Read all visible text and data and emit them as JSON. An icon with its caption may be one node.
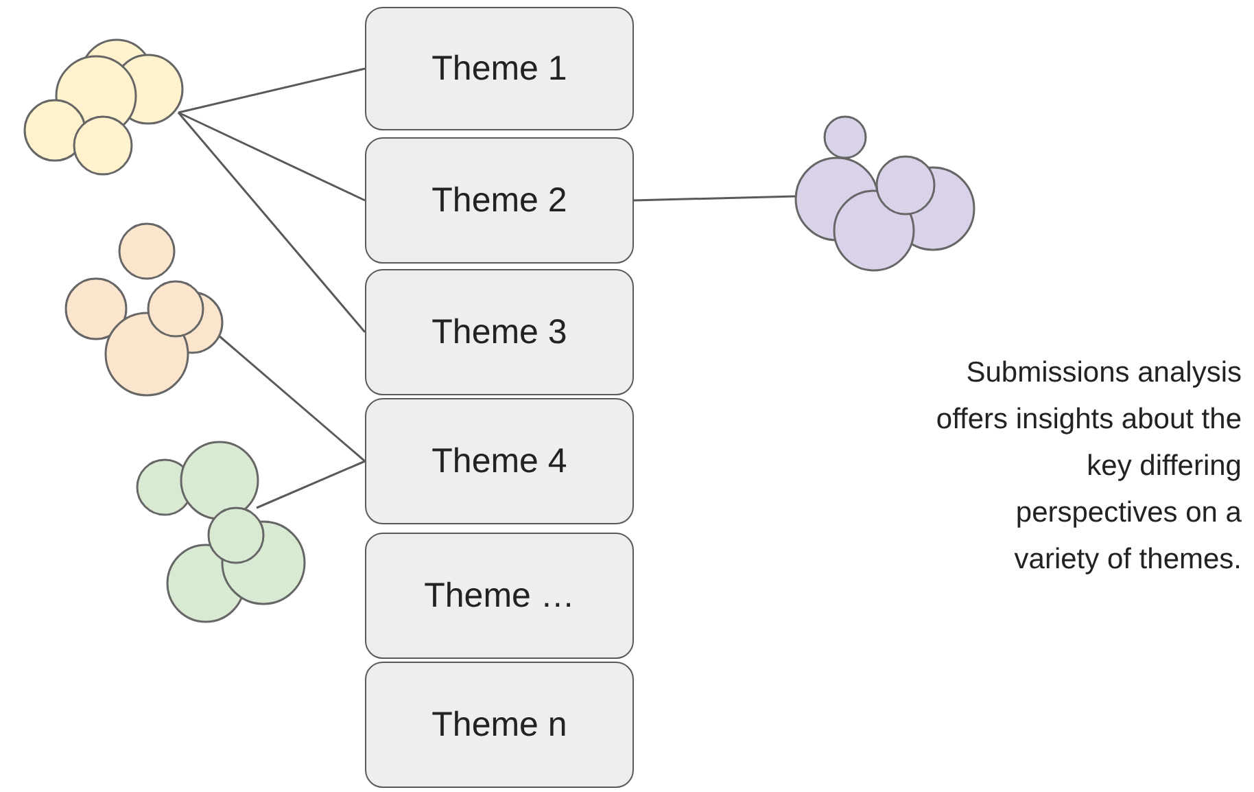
{
  "diagram": {
    "nodes": [
      {
        "text": [
          "Theme 1"
        ]
      },
      {
        "text": [
          "Theme 2"
        ]
      },
      {
        "text": [
          "Theme 3"
        ]
      },
      {
        "text": [
          "Theme 4"
        ]
      },
      {
        "text": [
          "Theme …"
        ]
      },
      {
        "text": [
          "Theme n"
        ]
      },
      {
        "text": [],
        "shape": "circle"
      },
      {
        "text": [],
        "shape": "circle"
      },
      {
        "text": [],
        "shape": "circle"
      },
      {
        "text": [],
        "shape": "circle"
      }
    ],
    "edges": [
      {
        "from": 6,
        "to": 0,
        "arrow": "none"
      },
      {
        "from": 6,
        "to": 1,
        "arrow": "none"
      },
      {
        "from": 6,
        "to": 2,
        "arrow": "none"
      },
      {
        "from": 1,
        "to": 7,
        "arrow": "none"
      },
      {
        "from": 8,
        "to": 3,
        "arrow": "none"
      },
      {
        "from": 9,
        "to": 3,
        "arrow": "none"
      }
    ],
    "labels": [
      "Submissions analysis offers insights about the key differing perspectives on a variety of themes."
    ]
  }
}
